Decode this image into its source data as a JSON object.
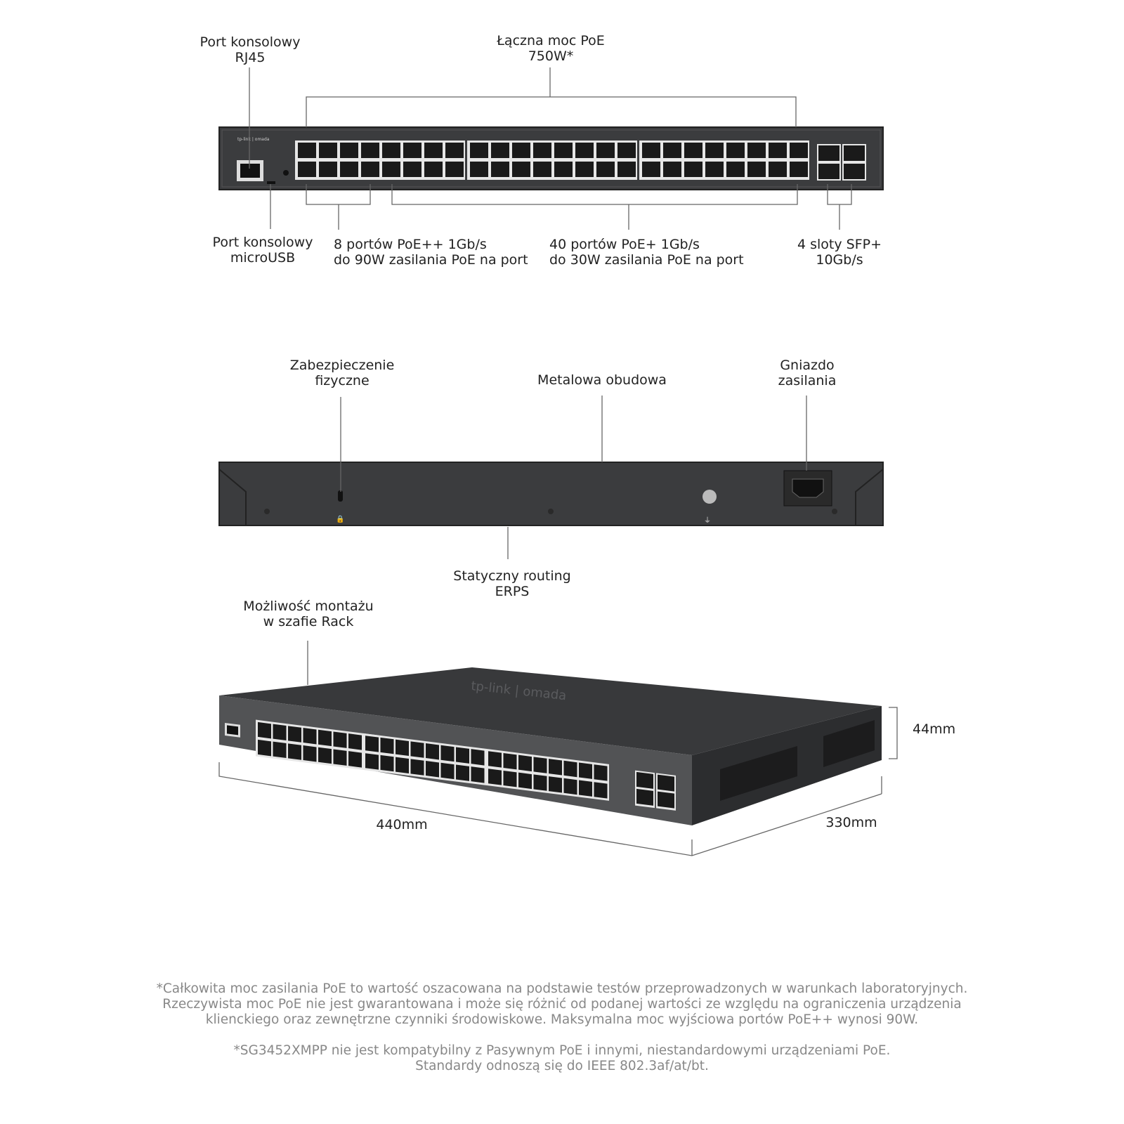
{
  "front": {
    "console_rj45": [
      "Port konsolowy",
      "RJ45"
    ],
    "poe_total": [
      "Łączna moc PoE",
      "750W*"
    ],
    "console_usb": [
      "Port konsolowy",
      "microUSB"
    ],
    "poe_plus_plus": [
      "8 portów PoE++ 1Gb/s",
      "do 90W zasilania PoE na port"
    ],
    "poe_plus": [
      "40 portów PoE+ 1Gb/s",
      "do 30W zasilania PoE na port"
    ],
    "sfp": [
      "4 sloty SFP+",
      "10Gb/s"
    ]
  },
  "rear": {
    "security": [
      "Zabezpieczenie",
      "fizyczne"
    ],
    "metal": "Metalowa obudowa",
    "power": [
      "Gniazdo",
      "zasilania"
    ],
    "routing": [
      "Statyczny routing",
      "ERPS"
    ]
  },
  "iso": {
    "rack": [
      "Możliwość montażu",
      "w szafie Rack"
    ],
    "height": "44mm",
    "width": "440mm",
    "depth": "330mm",
    "logo": "tp-link | omada"
  },
  "footnotes": [
    [
      "*Całkowita moc zasilania PoE to wartość oszacowana na podstawie testów przeprowadzonych w warunkach laboratoryjnych.",
      "Rzeczywista moc PoE nie jest gwarantowana i może się różnić od podanej wartości ze względu na ograniczenia urządzenia",
      "klienckiego oraz zewnętrzne czynniki środowiskowe. Maksymalna moc wyjściowa portów PoE++ wynosi 90W."
    ],
    [
      "*SG3452XMPP nie jest kompatybilny z Pasywnym PoE i innymi, niestandardowymi urządzeniami PoE.",
      "Standardy odnoszą się do IEEE 802.3af/at/bt."
    ]
  ],
  "colors": {
    "body": "#3b3c3e",
    "line": "#555555",
    "footnote": "#888888"
  }
}
